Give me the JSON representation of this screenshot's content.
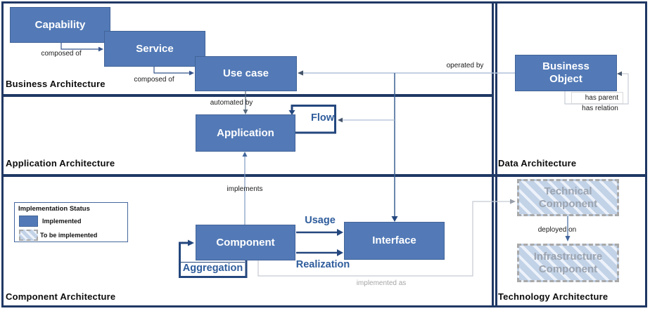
{
  "sections": {
    "business": "Business Architecture",
    "application": "Application Architecture",
    "component": "Component Architecture",
    "data": "Data Architecture",
    "technology": "Technology Architecture"
  },
  "nodes": {
    "capability": "Capability",
    "service": "Service",
    "use_case": "Use case",
    "application": "Application",
    "component": "Component",
    "interface": "Interface",
    "business_object": "Business\nObject",
    "technical_component": "Technical\nComponent",
    "infrastructure_component": "Infrastructure\nComponent"
  },
  "edges": {
    "composed_of_1": "composed of",
    "composed_of_2": "composed of",
    "automated_by": "automated by",
    "operated_by": "operated by",
    "implements": "implements",
    "implemented_as": "implemented as",
    "deployed_on": "deployed on",
    "has_parent": "has parent",
    "has_relation": "has relation"
  },
  "relations": {
    "flow": "Flow",
    "usage": "Usage",
    "realization": "Realization",
    "aggregation": "Aggregation"
  },
  "legend": {
    "title": "Implementation Status",
    "implemented": "Implemented",
    "to_be_implemented": "To be implemented"
  },
  "colors": {
    "node_fill": "#537AB7",
    "frame_navy": "#1F3864",
    "thick_arrow_navy": "#24477E",
    "relation_label_blue": "#2E5C9C",
    "thin_elbow_navy": "#35548C",
    "steel_line": "#3C6093",
    "light_steel_line": "#AEBFD8",
    "light_gray_line": "#C4C9D2",
    "hatch_border_gray": "#A9A9A9",
    "hatch_text_gray": "#9CA4B0",
    "gray_label": "#A6A6A6"
  }
}
